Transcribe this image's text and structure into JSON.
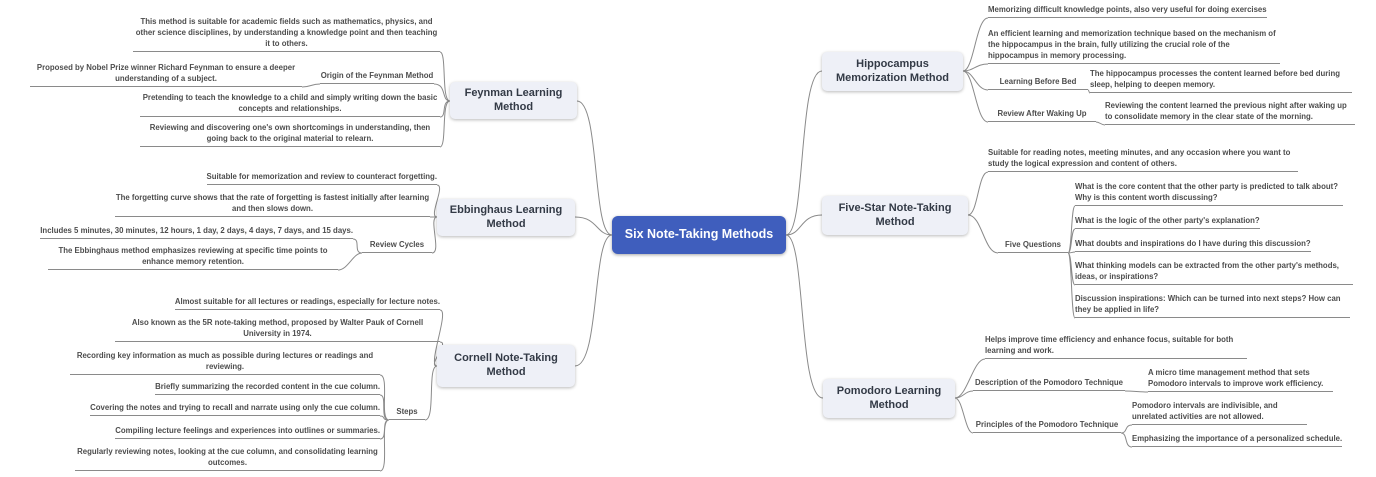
{
  "title": "Six Note-Taking Methods",
  "colors": {
    "canvas-bg": "#ffffff",
    "center-bg": "#3f5ebd",
    "center-text": "#ffffff",
    "topic-bg": "#eef0f7",
    "topic-text": "#333a46",
    "leaf-text": "#4d4d4d",
    "line": "#8a8a8a"
  },
  "branches": {
    "feynman": {
      "title": "Feynman Learning Method",
      "leaf1": "This method is suitable for academic fields such as mathematics, physics, and other science disciplines, by understanding a knowledge point and then teaching it to others.",
      "origin_label": "Origin of the Feynman Method",
      "origin_child": "Proposed by Nobel Prize winner Richard Feynman to ensure a deeper understanding of a subject.",
      "leaf2": "Pretending to teach the knowledge to a child and simply writing down the basic concepts and relationships.",
      "leaf3": "Reviewing and discovering one's own shortcomings in understanding, then going back to the original material to relearn."
    },
    "ebbinghaus": {
      "title": "Ebbinghaus Learning Method",
      "leaf1": "Suitable for memorization and review to counteract forgetting.",
      "leaf2": "The forgetting curve shows that the rate of forgetting is fastest initially after learning and then slows down.",
      "cycles_label": "Review Cycles",
      "cycle1": "Includes 5 minutes, 30 minutes, 12 hours, 1 day, 2 days, 4 days, 7 days, and 15 days.",
      "cycle2": "The Ebbinghaus method emphasizes reviewing at specific time points to enhance memory retention."
    },
    "cornell": {
      "title": "Cornell Note-Taking Method",
      "leaf1": "Almost suitable for all lectures or readings, especially for lecture notes.",
      "leaf2": "Also known as the 5R note-taking method, proposed by Walter Pauk of Cornell University in 1974.",
      "steps_label": "Steps",
      "step1": "Recording key information as much as possible during lectures or readings and reviewing.",
      "step2": "Briefly summarizing the recorded content in the cue column.",
      "step3": "Covering the notes and trying to recall and narrate using only the cue column.",
      "step4": "Compiling lecture feelings and experiences into outlines or summaries.",
      "step5": "Regularly reviewing notes, looking at the cue column, and consolidating learning outcomes."
    },
    "hippocampus": {
      "title": "Hippocampus Memorization Method",
      "leaf1": "Memorizing difficult knowledge points, also very useful for doing exercises",
      "leaf2": "An efficient learning and memorization technique based on the mechanism of the hippocampus in the brain, fully utilizing the crucial role of the hippocampus in memory processing.",
      "bed_label": "Learning Before Bed",
      "bed_child": "The hippocampus processes the content learned before bed during sleep, helping to deepen memory.",
      "wake_label": "Review After Waking Up",
      "wake_child": "Reviewing the content learned the previous night after waking up to consolidate memory in the clear state of the morning."
    },
    "fivestar": {
      "title": "Five-Star Note-Taking Method",
      "leaf1": "Suitable for reading notes, meeting minutes, and any occasion where you want to study the logical expression and content of others.",
      "questions_label": "Five Questions",
      "q1": "What is the core content that the other party is predicted to talk about? Why is this content worth discussing?",
      "q2": "What is the logic of the other party's explanation?",
      "q3": "What doubts and inspirations do I have during this discussion?",
      "q4": "What thinking models can be extracted from the other party's methods, ideas, or inspirations?",
      "q5": "Discussion inspirations: Which can be turned into next steps? How can they be applied in life?"
    },
    "pomodoro": {
      "title": "Pomodoro Learning Method",
      "leaf1": "Helps improve time efficiency and enhance focus, suitable for both learning and work.",
      "desc_label": "Description of the Pomodoro Technique",
      "desc_child": "A micro time management method that sets Pomodoro intervals to improve work efficiency.",
      "principles_label": "Principles of the Pomodoro Technique",
      "principle1": "Pomodoro intervals are indivisible, and unrelated activities are not allowed.",
      "principle2": "Emphasizing the importance of a personalized schedule."
    }
  }
}
